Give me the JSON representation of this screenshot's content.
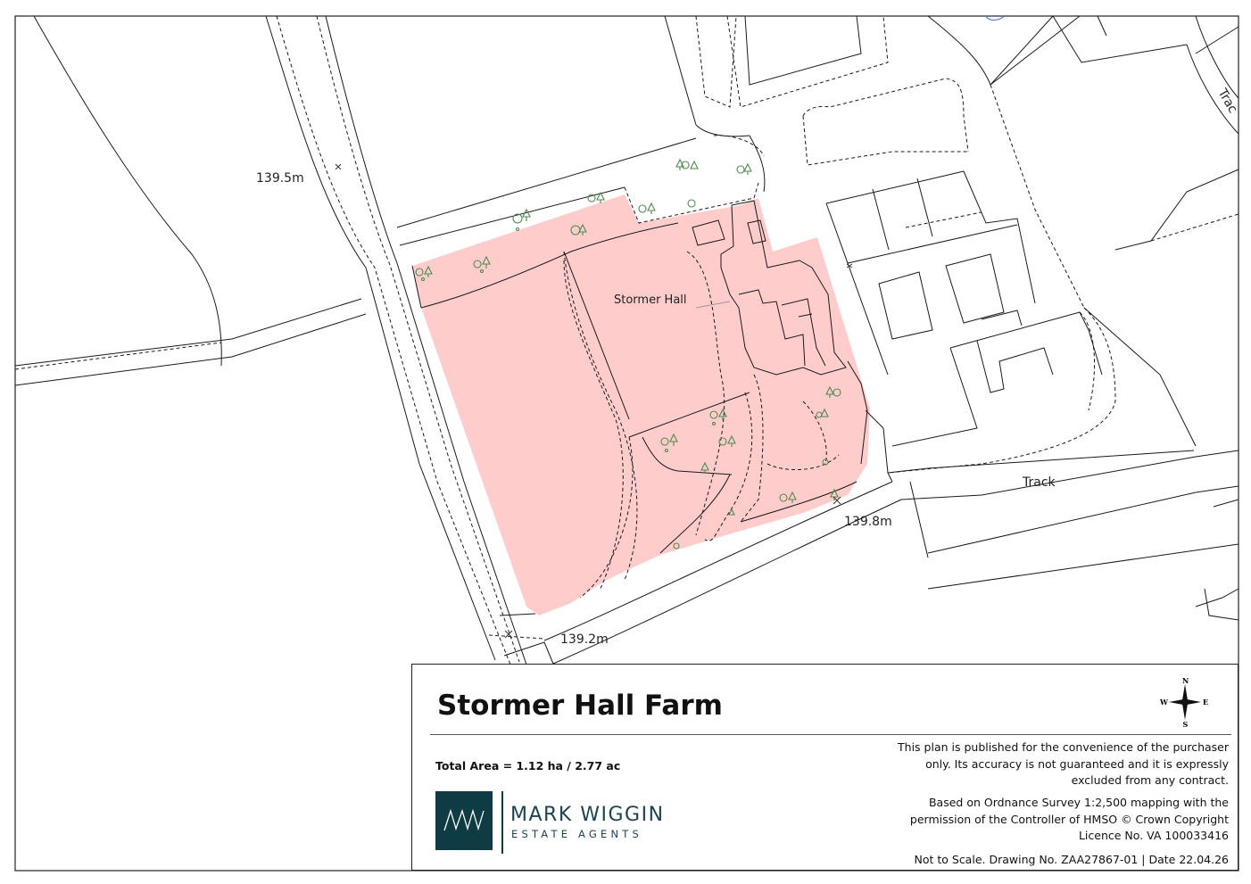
{
  "map": {
    "labels": {
      "stormer_hall": "Stormer Hall",
      "track_main": "Track",
      "track_corner": "Trac",
      "spot_height_1": "139.5m",
      "spot_height_2": "139.8m",
      "spot_height_3": "139.2m"
    },
    "colors": {
      "boundary_fill": "#ffcccc",
      "line": "#1a1a1a",
      "tree": "#4f8a4f"
    }
  },
  "legend": {
    "title": "Stormer Hall Farm",
    "total_area": "Total Area = 1.12 ha / 2.77 ac",
    "disclaimer_1": "This plan is published for the convenience of the purchaser only. Its accuracy is not guaranteed and it is expressly excluded from any contract.",
    "disclaimer_2": "Based on Ordnance Survey 1:2,500 mapping with the permission of the Controller of HMSO © Crown Copyright Licence No. VA 100033416",
    "drawing_info": "Not to Scale. Drawing No. ZAA27867-01 | Date 22.04.26",
    "compass": {
      "n": "N",
      "s": "S",
      "e": "E",
      "w": "W"
    },
    "logo": {
      "monogram": "MW",
      "name": "MARK WIGGIN",
      "subtitle": "ESTATE AGENTS",
      "color": "#0f3b45"
    }
  }
}
